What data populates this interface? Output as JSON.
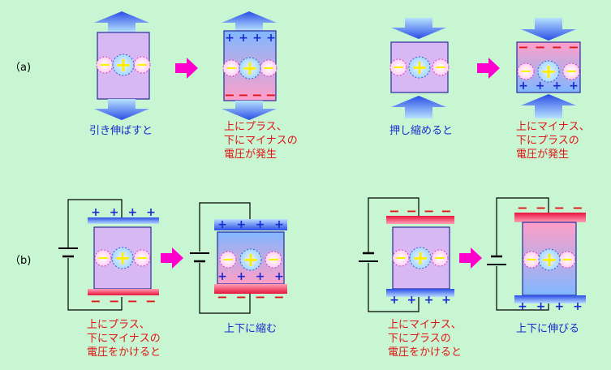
{
  "row_labels": {
    "a": "（a)",
    "b": "（b)"
  },
  "captions": {
    "a1": "引き伸ばすと",
    "a2": [
      "上にプラス、",
      "下にマイナスの",
      "電圧が発生"
    ],
    "a3": "押し縮めると",
    "a4": [
      "上にマイナス、",
      "下にプラスの",
      "電圧が発生"
    ],
    "b1": [
      "上にプラス、",
      "下にマイナスの",
      "電圧をかけると"
    ],
    "b2": "上下に縮む",
    "b3": [
      "上にマイナス、",
      "下にプラスの",
      "電圧をかけると"
    ],
    "b4": "上下に伸びる"
  },
  "symbols": {
    "plus": "+",
    "minus": "−"
  },
  "colors": {
    "background": "#c8f5d2",
    "crystal": "#d8b8f2",
    "blue_text": "#1a2ad0",
    "red_text": "#e01414",
    "arrow_magenta": "#ff00cc",
    "ion_plus": "#ffee00"
  }
}
